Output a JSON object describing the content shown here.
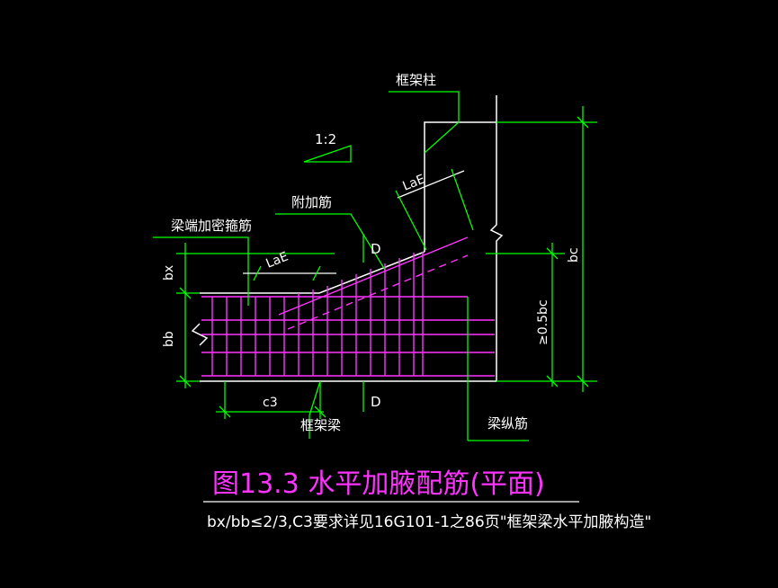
{
  "colors": {
    "background": "#000000",
    "rebar": "#ff33ff",
    "leader": "#00ff00",
    "outline": "#ffffff",
    "caption": "#ff33ff"
  },
  "labels": {
    "column": "框架柱",
    "slope": "1:2",
    "extra_bar": "附加筋",
    "stirrup_dense": "梁端加密箍筋",
    "lae_top": "LaE",
    "lae_left": "LaE",
    "section_top": "D",
    "section_bottom": "D",
    "frame_beam": "框架梁",
    "beam_long_bar": "梁纵筋",
    "dim_bx": "bx",
    "dim_bb": "bb",
    "dim_c3": "c3",
    "dim_bc": "bc",
    "dim_half_bc": "≥0.5bc"
  },
  "caption": {
    "title": "图13.3  水平加腋配筋(平面)",
    "note": "bx/bb≤2/3,C3要求详见16G101-1之86页\"框架梁水平加腋构造\""
  }
}
